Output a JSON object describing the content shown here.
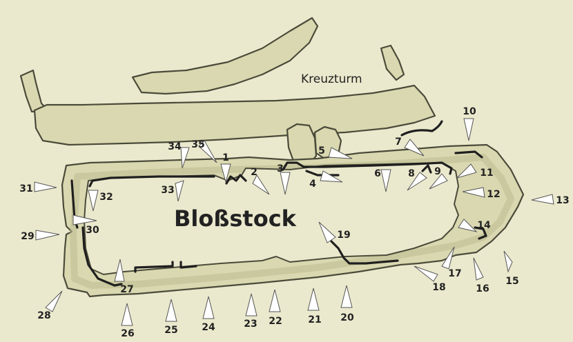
{
  "map": {
    "title": "Bloßstock",
    "place_label": "Kreuzturm",
    "markers": [
      "1",
      "2",
      "3",
      "4",
      "5",
      "6",
      "7",
      "8",
      "9",
      "10",
      "11",
      "12",
      "13",
      "14",
      "15",
      "16",
      "17",
      "18",
      "19",
      "20",
      "21",
      "22",
      "23",
      "24",
      "25",
      "26",
      "27",
      "28",
      "29",
      "30",
      "31",
      "32",
      "33",
      "34",
      "35"
    ]
  }
}
